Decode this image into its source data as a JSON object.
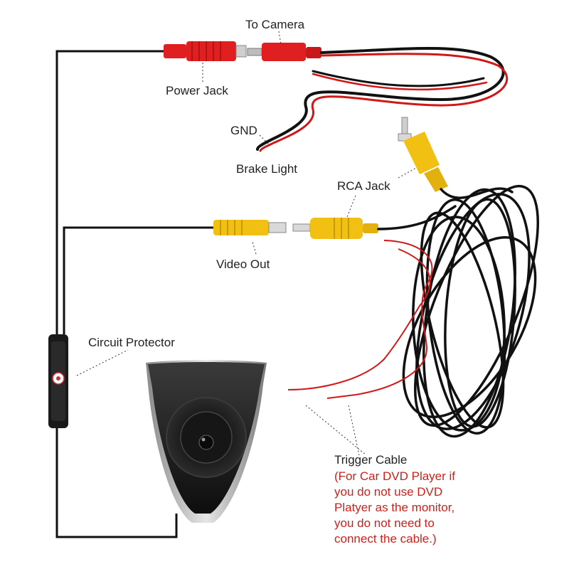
{
  "labels": {
    "to_camera": "To Camera",
    "power_jack": "Power Jack",
    "gnd": "GND",
    "brake_light": "Brake Light",
    "rca_jack": "RCA Jack",
    "video_out": "Video Out",
    "circuit_protector": "Circuit Protector",
    "trigger_cable": "Trigger Cable"
  },
  "trigger_note": {
    "color": "#d0201a",
    "lines": [
      "(For Car DVD Player if",
      "you do not use DVD",
      "Platyer as the monitor,",
      "you do not need to",
      "connect the cable.)"
    ]
  },
  "colors": {
    "cable_black": "#111111",
    "wire_red": "#d01818",
    "connector_red": "#e02020",
    "connector_yellow": "#f2c012",
    "camera_body": "#1a1a1a"
  }
}
